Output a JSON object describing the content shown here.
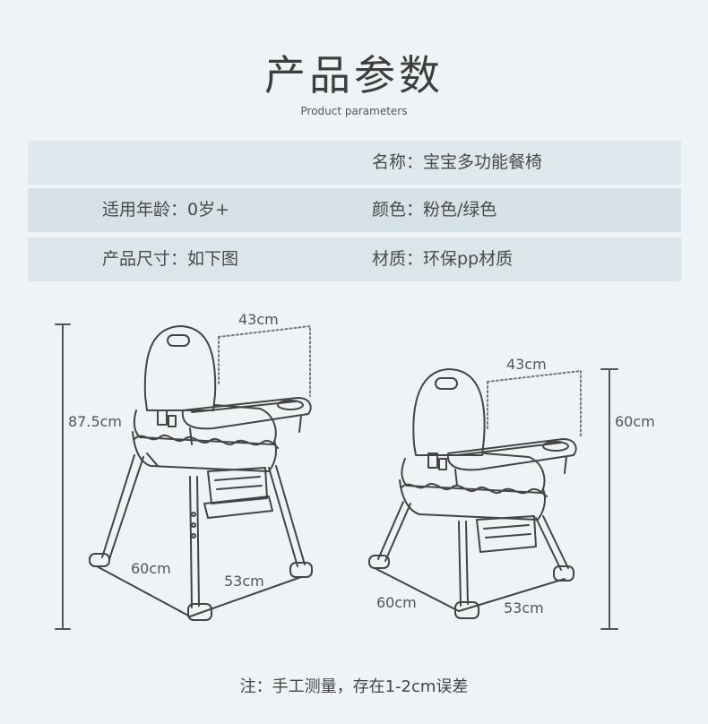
{
  "header": {
    "title": "产品参数",
    "subtitle": "Product parameters"
  },
  "params": {
    "row1": {
      "right": "名称：宝宝多功能餐椅"
    },
    "row2": {
      "left": "适用年龄：0岁+",
      "right": "颜色：粉色/绿色"
    },
    "row3": {
      "left": "产品尺寸：如下图",
      "right": "材质：环保pp材质"
    }
  },
  "diagram": {
    "high_chair": {
      "height": "87.5cm",
      "tray_width": "43cm",
      "depth": "60cm",
      "width": "53cm"
    },
    "low_chair": {
      "height": "60cm",
      "tray_width": "43cm",
      "depth": "60cm",
      "width": "53cm"
    }
  },
  "footer": {
    "note": "注：手工测量，存在1-2cm误差"
  },
  "colors": {
    "background": "#eef3f5",
    "row_fill": "#dbe6eb",
    "line": "#444444"
  }
}
